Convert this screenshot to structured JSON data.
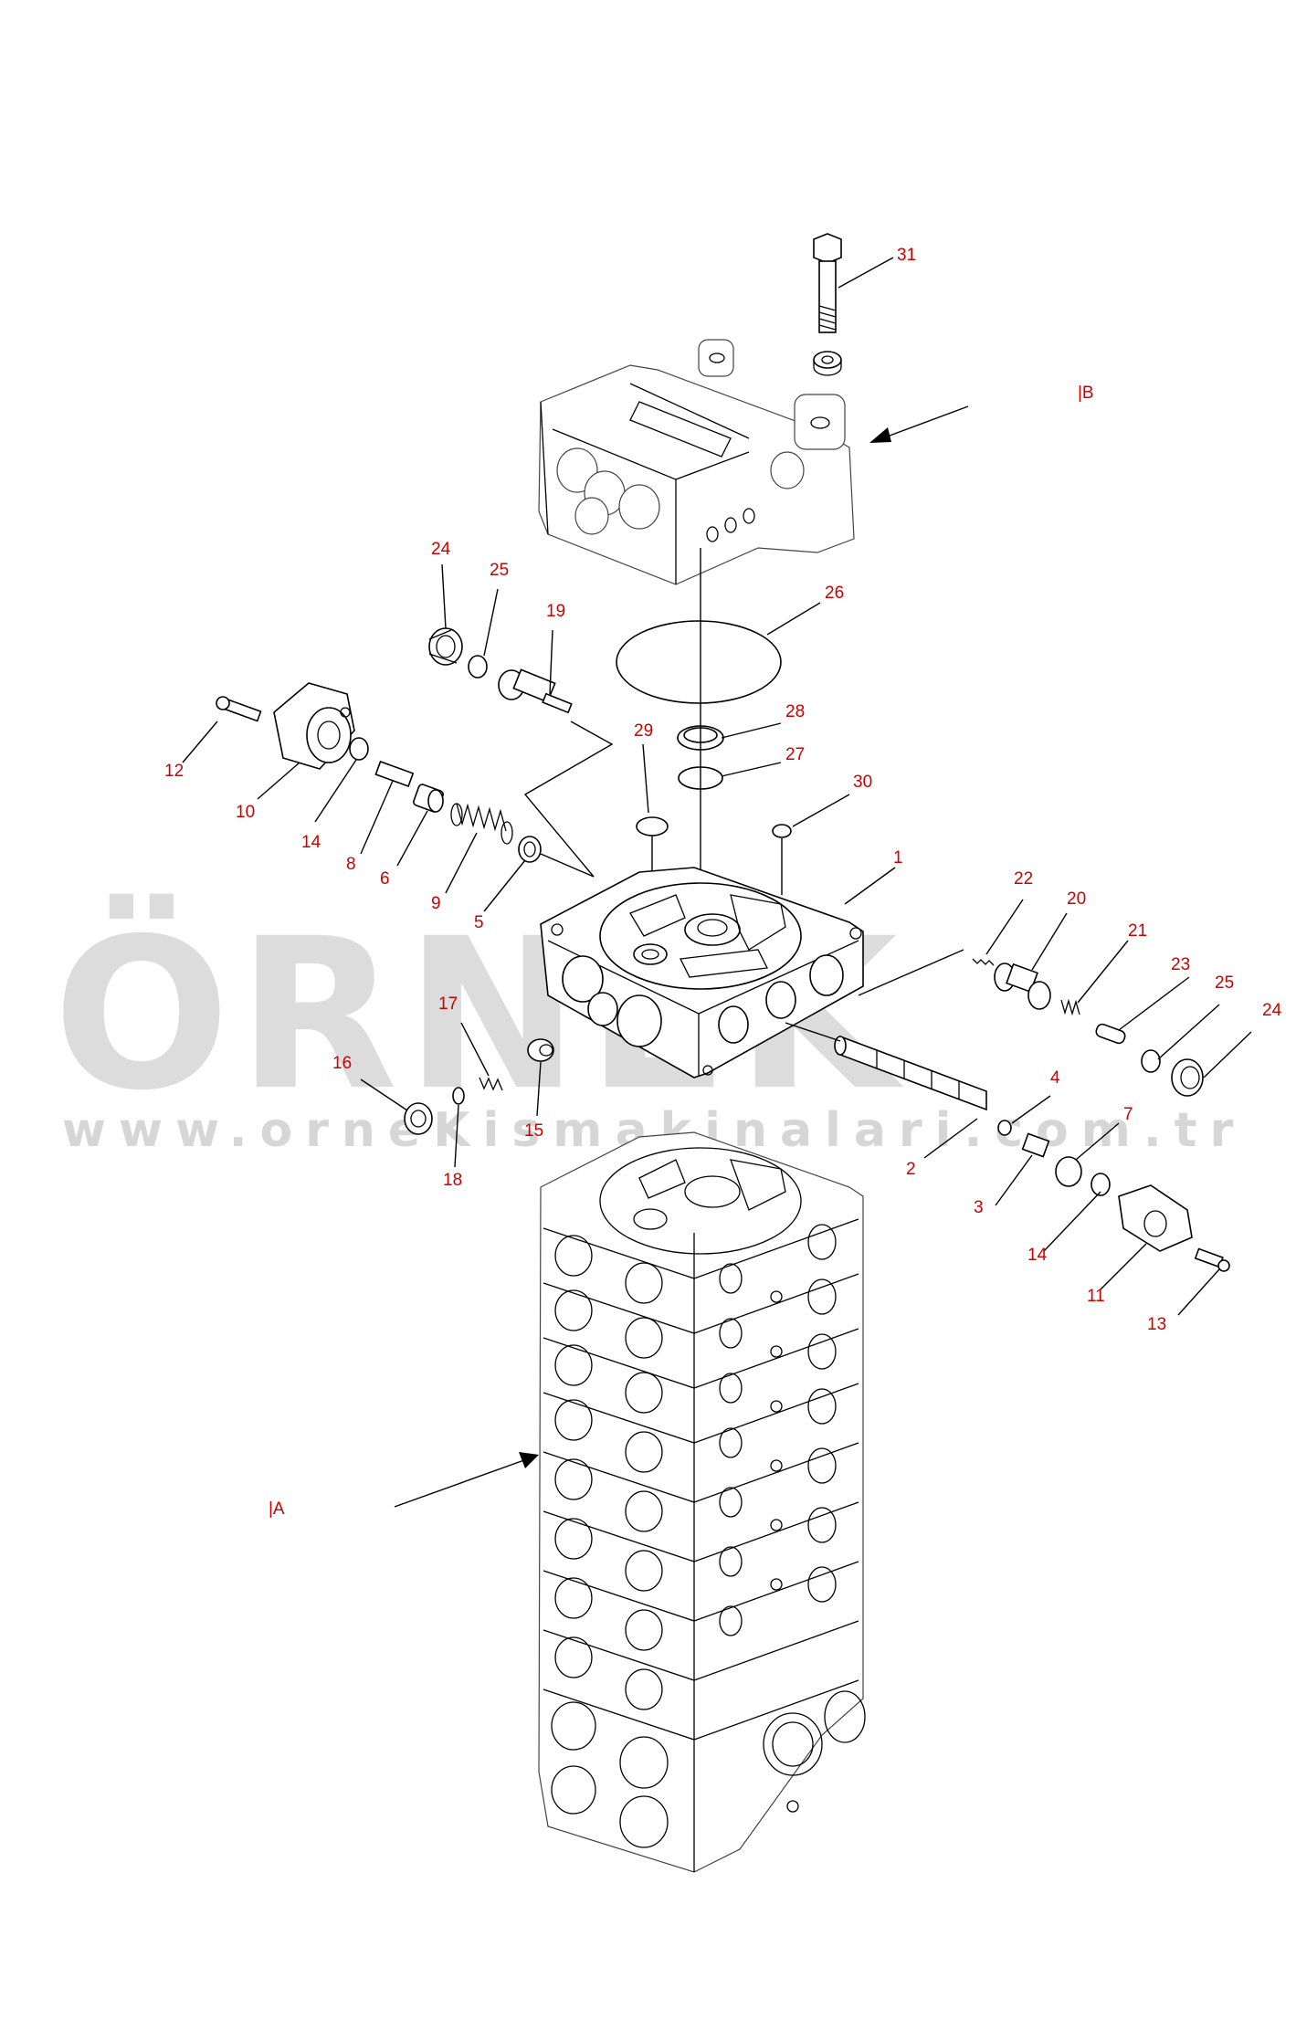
{
  "watermark": {
    "brand": "ÖRNEK",
    "url": "www.orneKismakinalari.com.tr",
    "accent_color": "#f2d27a",
    "text_color": "#d8d8d8"
  },
  "view_labels": {
    "a": "|A",
    "b": "|B"
  },
  "callouts": {
    "c31": "31",
    "c26": "26",
    "c28": "28",
    "c27": "27",
    "c29": "29",
    "c30": "30",
    "c24a": "24",
    "c25a": "25",
    "c19": "19",
    "c12": "12",
    "c10": "10",
    "c14a": "14",
    "c8": "8",
    "c6": "6",
    "c9": "9",
    "c5": "5",
    "c1": "1",
    "c22": "22",
    "c20": "20",
    "c21": "21",
    "c23": "23",
    "c25b": "25",
    "c24b": "24",
    "c17": "17",
    "c16": "16",
    "c18": "18",
    "c15": "15",
    "c4": "4",
    "c2": "2",
    "c7": "7",
    "c3": "3",
    "c14b": "14",
    "c11": "11",
    "c13": "13"
  },
  "colors": {
    "callout": "#cc0000",
    "line": "#000000"
  }
}
